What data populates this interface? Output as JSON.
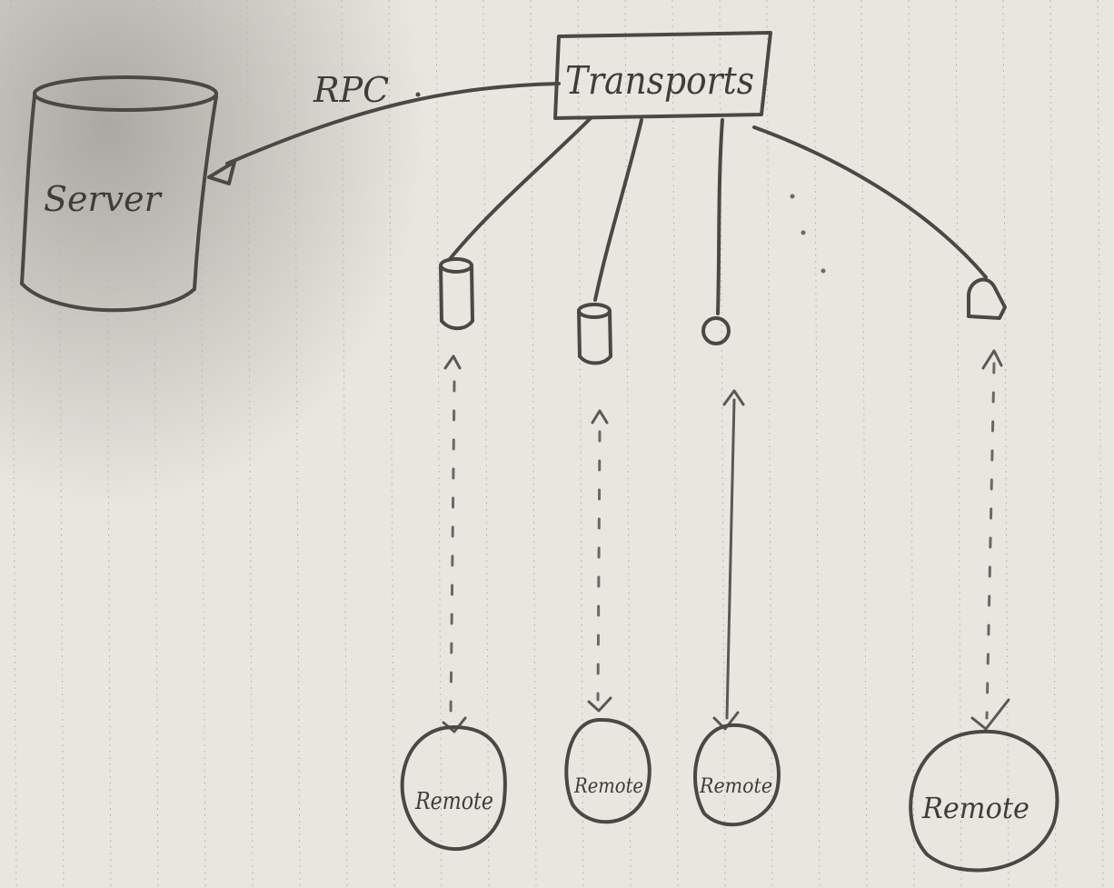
{
  "diagram": {
    "server_label": "Server",
    "rpc_label": "RPC",
    "transports_label": "Transports",
    "remotes": [
      {
        "label": "Remote"
      },
      {
        "label": "Remote"
      },
      {
        "label": "Remote"
      },
      {
        "label": "Remote"
      }
    ]
  },
  "colors": {
    "paper": "#e9e6e0",
    "ink": "#4a4845",
    "shadow": "#8c8a86"
  }
}
